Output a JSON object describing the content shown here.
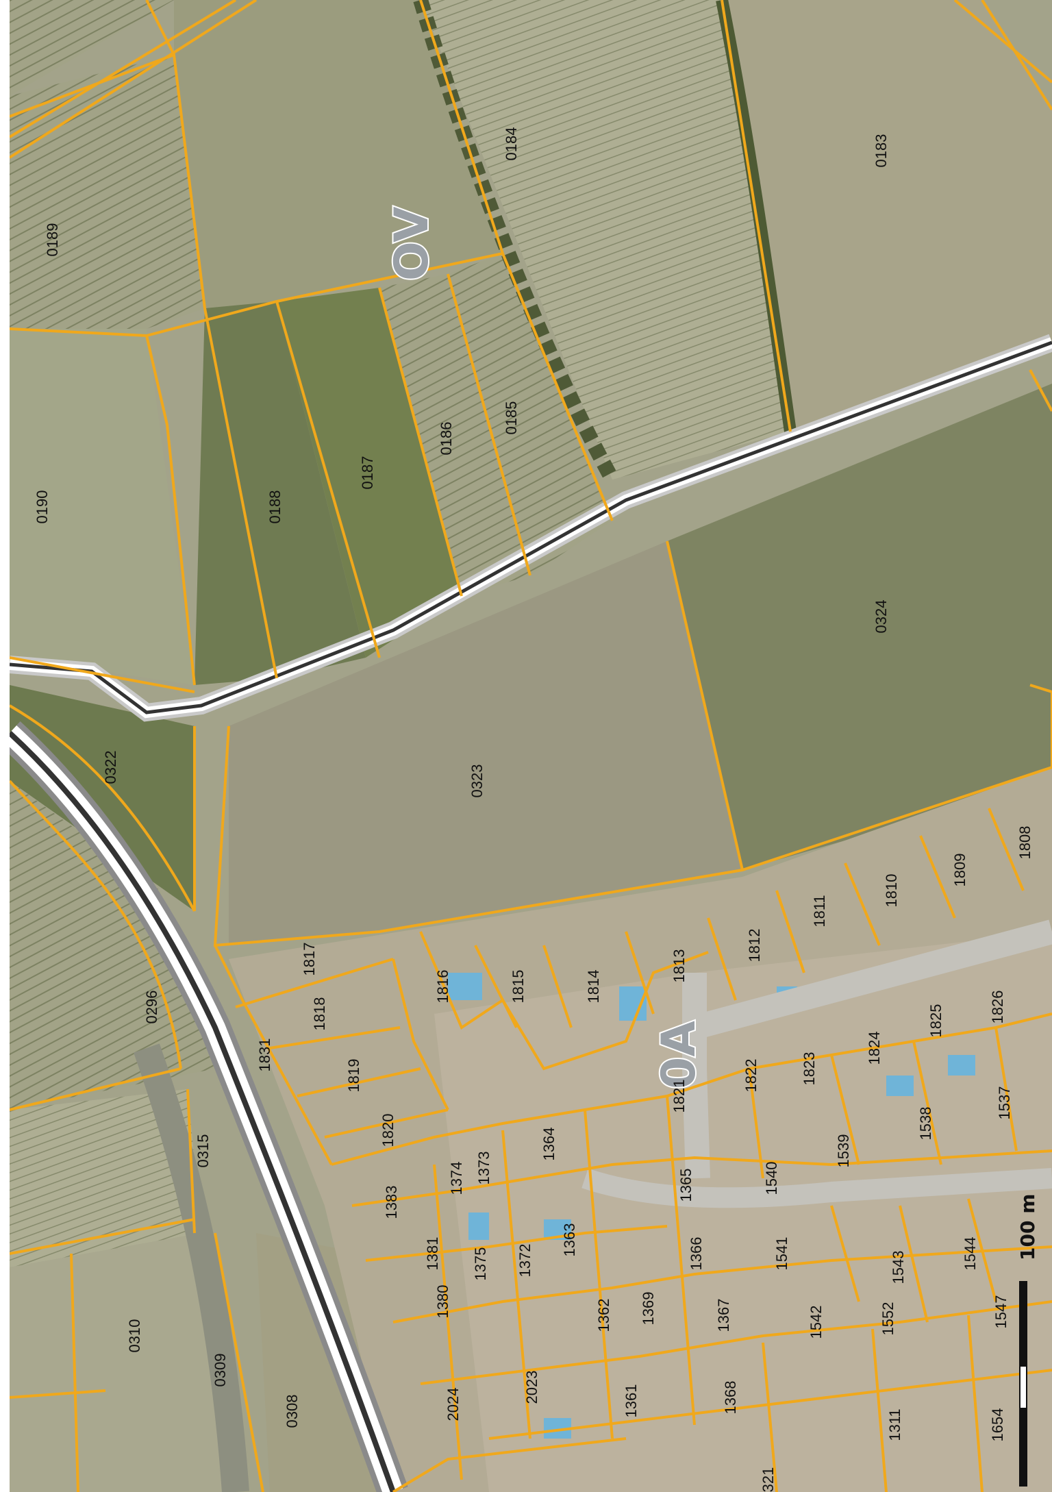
{
  "map": {
    "sections": [
      "OV",
      "0A"
    ],
    "scale_label": "100 m",
    "colors": {
      "parcel_line": "#f0a81c",
      "field_light": "#a8a78a",
      "field_dark": "#6f7a52",
      "vineyard": "#9c9f80",
      "road": "#ffffff",
      "residential": "#b8ad98"
    },
    "parcels": [
      "0189",
      "0190",
      "0188",
      "0187",
      "0186",
      "0185",
      "0184",
      "0183",
      "0324",
      "0323",
      "0322",
      "0296",
      "0315",
      "0310",
      "0309",
      "0308",
      "1817",
      "1816",
      "1815",
      "1814",
      "1813",
      "1812",
      "1811",
      "1810",
      "1809",
      "1808",
      "1818",
      "1819",
      "1820",
      "1831",
      "1821",
      "1822",
      "1823",
      "1824",
      "1825",
      "1826",
      "1537",
      "1538",
      "1539",
      "1540",
      "1365",
      "1364",
      "1373",
      "1374",
      "1383",
      "1381",
      "1375",
      "1372",
      "1363",
      "1366",
      "1541",
      "1543",
      "1544",
      "1380",
      "1362",
      "1369",
      "1367",
      "1542",
      "1552",
      "1547",
      "2024",
      "2023",
      "1361",
      "1368",
      "1311",
      "1654",
      "321"
    ]
  }
}
